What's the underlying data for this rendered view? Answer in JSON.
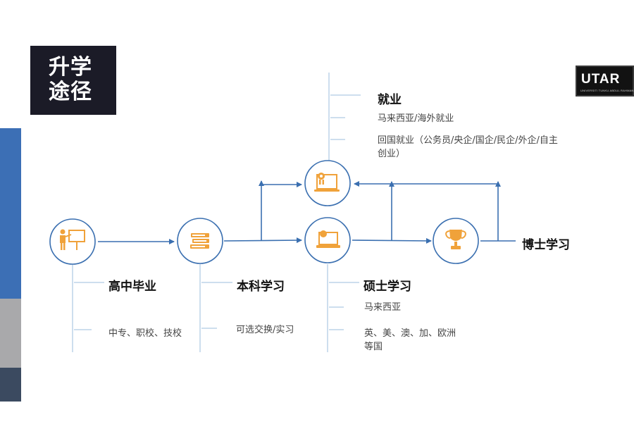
{
  "title": {
    "line1": "升学",
    "line2": "途径"
  },
  "logo": {
    "text": "UTAR",
    "subtitle": "UNIVERSITI TUNKU ABDUL RAHMAN"
  },
  "stages": {
    "high_school": {
      "label": "高中毕业",
      "note": "中专、职校、技校"
    },
    "bachelor": {
      "label": "本科学习",
      "note": "可选交换/实习"
    },
    "master": {
      "label": "硕士学习",
      "note1": "马来西亚",
      "note2": "英、美、澳、加、欧洲等国"
    },
    "phd": {
      "label": "博士学习"
    },
    "employment": {
      "label": "就业",
      "note1": "马来西亚/海外就业",
      "note2": "回国就业（公务员/央企/国企/民企/外企/自主创业）"
    }
  },
  "colors": {
    "line": "#3a6fb0",
    "thin_line": "#9bbcdc",
    "circle": "#3a6fb0",
    "icon": "#f0a23a",
    "bar_blue": "#3c6fb5",
    "bar_gray": "#a9a9ab",
    "bar_dark": "#3b4a60",
    "title_bg": "#1b1b27"
  },
  "icons": {
    "high_school": "presentation-icon",
    "bachelor": "books-icon",
    "master": "laptop-icon",
    "phd": "trophy-icon",
    "employment": "certificate-icon"
  }
}
